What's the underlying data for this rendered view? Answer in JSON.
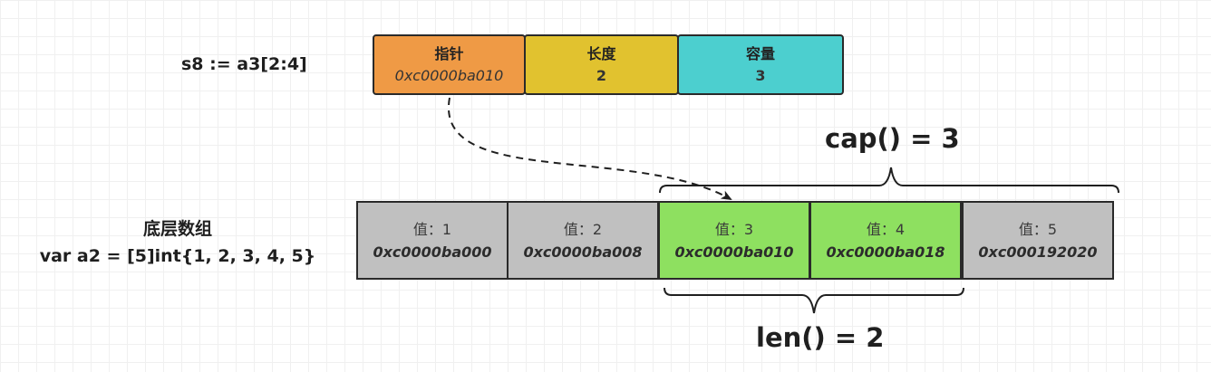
{
  "slice_expr": "s8 := a3[2:4]",
  "array_title": "底层数组",
  "array_decl": "var a2 = [5]int{1, 2, 3, 4, 5}",
  "slice_header": {
    "pointer": {
      "title": "指针",
      "value": "0xc0000ba010",
      "color": "#ef9a45"
    },
    "length": {
      "title": "长度",
      "value": "2",
      "color": "#e1c22f"
    },
    "capacity": {
      "title": "容量",
      "value": "3",
      "color": "#4ccfcf"
    }
  },
  "array": [
    {
      "value": "值：1",
      "address": "0xc0000ba000",
      "in_slice": false
    },
    {
      "value": "值：2",
      "address": "0xc0000ba008",
      "in_slice": false
    },
    {
      "value": "值：3",
      "address": "0xc0000ba010",
      "in_slice": true
    },
    {
      "value": "值：4",
      "address": "0xc0000ba018",
      "in_slice": true
    },
    {
      "value": "值：5",
      "address": "0xc000192020",
      "in_slice": false
    }
  ],
  "cap_label": "cap() = 3",
  "len_label": "len() = 2",
  "colors": {
    "gray_cell": "#c0c0c0",
    "green_cell": "#8ee060",
    "border": "#2a2a2a"
  }
}
